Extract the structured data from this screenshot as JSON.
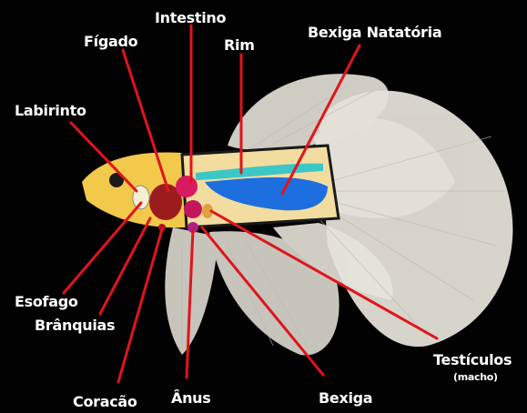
{
  "labels": {
    "intestino": "Intestino",
    "figado": "Fígado",
    "rim": "Rim",
    "bexiga_natatoria": "Bexiga Natatória",
    "labirinto": "Labirinto",
    "esofago": "Esofago",
    "branquias": "Brânquias",
    "coracao": "Coracão",
    "anus": "Ânus",
    "bexiga": "Bexiga",
    "testiculos": "Testículos",
    "testiculos_note": "(macho)"
  },
  "colors": {
    "background": "#020202",
    "leader_line": "#e0141c",
    "label_text": "#ffffff",
    "body_outline": "#1a1a1a",
    "fin": "#e8e6dc",
    "head": "#f2c94a",
    "body_panel": "#f3dca0",
    "kidney": "#3cc7c7",
    "swim_bladder": "#1d6fe0",
    "liver": "#9b1c1c",
    "organs_pink": "#c2185b",
    "intestine": "#d81b60",
    "bladder": "#b0208c",
    "testicles": "#e0a040"
  }
}
